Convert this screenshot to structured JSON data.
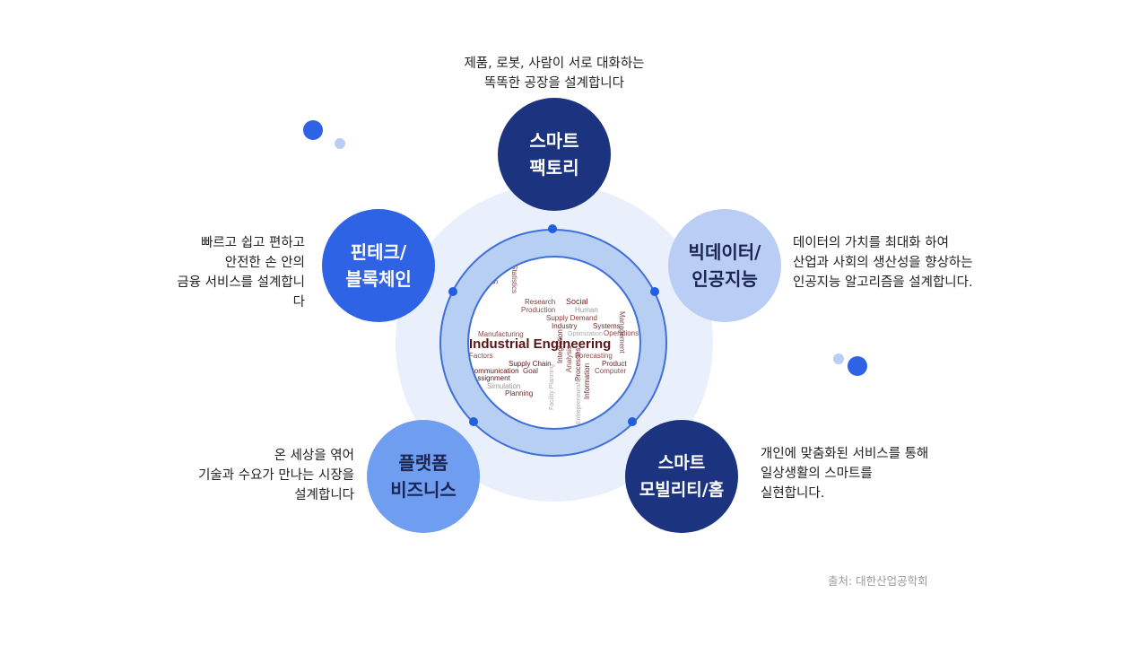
{
  "nodes": {
    "smart_factory": {
      "line1": "스마트",
      "line2": "팩토리",
      "color": "#1c3380",
      "text_color": "#ffffff"
    },
    "bigdata_ai": {
      "line1": "빅데이터/",
      "line2": "인공지능",
      "color": "#b9cdf5",
      "text_color": "#1c2450"
    },
    "fintech": {
      "line1": "핀테크/",
      "line2": "블록체인",
      "color": "#2f63e6",
      "text_color": "#ffffff"
    },
    "platform": {
      "line1": "플랫폼",
      "line2": "비즈니스",
      "color": "#6f9df0",
      "text_color": "#1c2450"
    },
    "smart_mobility": {
      "line1": "스마트",
      "line2": "모빌리티/홈",
      "color": "#1c3380",
      "text_color": "#ffffff"
    }
  },
  "descriptions": {
    "smart_factory": [
      "제품, 로봇, 사람이 서로 대화하는",
      "똑똑한 공장을 설계합니다"
    ],
    "bigdata_ai": [
      "데이터의 가치를 최대화 하여",
      "산업과 사회의 생산성을 향상하는",
      "인공지능 알고리즘을 설계합니다."
    ],
    "fintech": [
      "빠르고 쉽고 편하고",
      "안전한 손 안의",
      "금융 서비스를 설계합니",
      "다"
    ],
    "platform": [
      "온 세상을 엮어",
      "기술과 수요가 만나는 시장을",
      "설계합니다"
    ],
    "smart_mobility": [
      "개인에 맞춤화된 서비스를 통해",
      "일상생활의 스마트를",
      "실현합니다."
    ]
  },
  "center_image": {
    "title": "Industrial Engineering",
    "words": [
      "Research",
      "Social",
      "Production",
      "Human",
      "Supply Demand",
      "Industry",
      "Systems",
      "Optimization",
      "Operations",
      "Manufacturing",
      "Statistics",
      "Factors",
      "Forecasting",
      "Product",
      "Computer",
      "Science",
      "Supply Chain",
      "Communication",
      "Goal",
      "Assignment",
      "Simulation",
      "Planning",
      "Integration",
      "Analysis",
      "Processes",
      "Information",
      "Entrepreneurship",
      "Facility Planning",
      "Management"
    ]
  },
  "source": "출처: 대한산업공학회",
  "colors": {
    "ring": "#b7cff3",
    "halo": "#e9f0fc",
    "accent_blue": "#1f5fe0",
    "text": "#222222"
  }
}
